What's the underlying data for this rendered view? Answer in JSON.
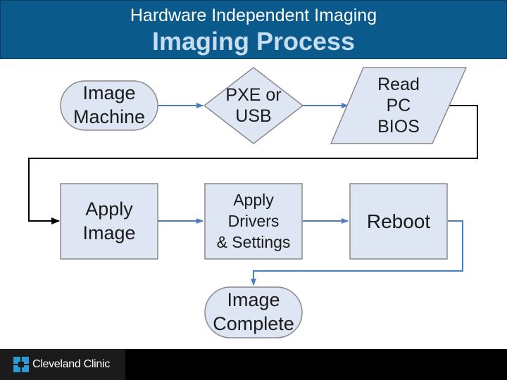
{
  "header": {
    "subtitle": "Hardware Independent Imaging",
    "title": "Imaging Process"
  },
  "nodes": {
    "image_machine": [
      "Image",
      "Machine"
    ],
    "pxe_usb": [
      "PXE or",
      "USB"
    ],
    "read_bios": [
      "Read",
      "PC",
      "BIOS"
    ],
    "apply_image": [
      "Apply",
      "Image"
    ],
    "apply_drivers": [
      "Apply",
      "Drivers",
      "& Settings"
    ],
    "reboot": [
      "Reboot"
    ],
    "image_complete": [
      "Image",
      "Complete"
    ]
  },
  "colors": {
    "header_bg": "#0b5a8c",
    "title_text": "#c6dcf0",
    "node_fill": "#dde6f2",
    "node_stroke": "#8a8a8a",
    "blue_arrow": "#4a7ebb",
    "black_arrow": "#000000"
  },
  "footer": {
    "brand": "Cleveland Clinic",
    "logo_icon": "cleveland-clinic-logo-icon"
  }
}
